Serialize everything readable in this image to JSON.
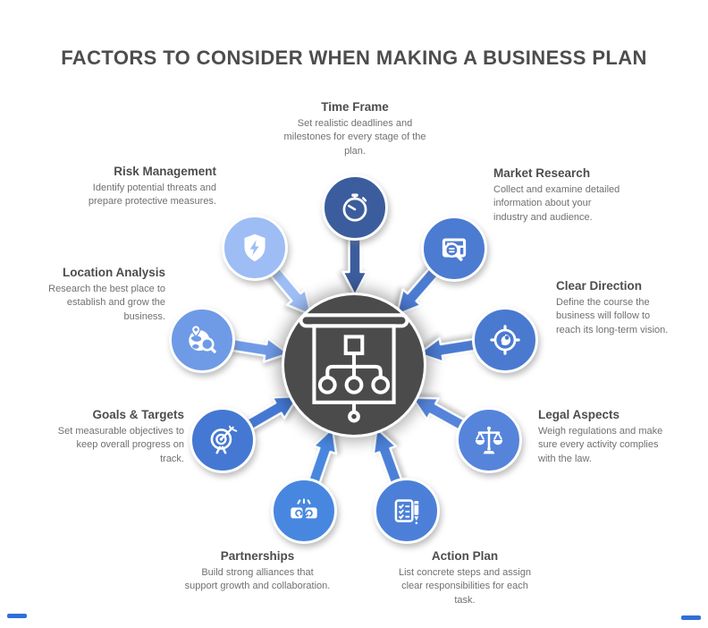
{
  "title": "FACTORS TO CONSIDER WHEN MAKING A BUSINESS PLAN",
  "center": {
    "icon": "presentation-strategy-board"
  },
  "colors": {
    "center_circle": "#4b4b4b",
    "heading_text": "#4d4d4d",
    "body_text": "#707070",
    "accent": "#2f6fd8"
  },
  "items": [
    {
      "heading": "Time Frame",
      "description": "Set realistic deadlines and milestones for every stage of the plan.",
      "icon": "stopwatch-icon",
      "color": "#3c5d9d"
    },
    {
      "heading": "Market Research",
      "description": "Collect and examine detailed information about your industry and audience.",
      "icon": "photo-search-icon",
      "color": "#4c7bd2"
    },
    {
      "heading": "Clear Direction",
      "description": "Define the course the business will follow to reach its long-term vision.",
      "icon": "compass-icon",
      "color": "#4a7ad0"
    },
    {
      "heading": "Legal Aspects",
      "description": "Weigh regulations and make sure every activity complies with the law.",
      "icon": "scales-icon",
      "color": "#5584da"
    },
    {
      "heading": "Action Plan",
      "description": "List concrete steps and assign clear responsibilities for each task.",
      "icon": "checklist-pen-icon",
      "color": "#4c80d8"
    },
    {
      "heading": "Partnerships",
      "description": "Build strong alliances that support growth and collaboration.",
      "icon": "fist-bump-icon",
      "color": "#4887e0"
    },
    {
      "heading": "Goals & Targets",
      "description": "Set measurable objectives to keep overall progress on track.",
      "icon": "dartboard-icon",
      "color": "#4478d2"
    },
    {
      "heading": "Location Analysis",
      "description": "Research the best place to establish and grow the business.",
      "icon": "globe-search-icon",
      "color": "#6f9ae6"
    },
    {
      "heading": "Risk Management",
      "description": "Identify potential threats and prepare protective measures.",
      "icon": "shield-bolt-icon",
      "color": "#9dbdf4"
    }
  ]
}
